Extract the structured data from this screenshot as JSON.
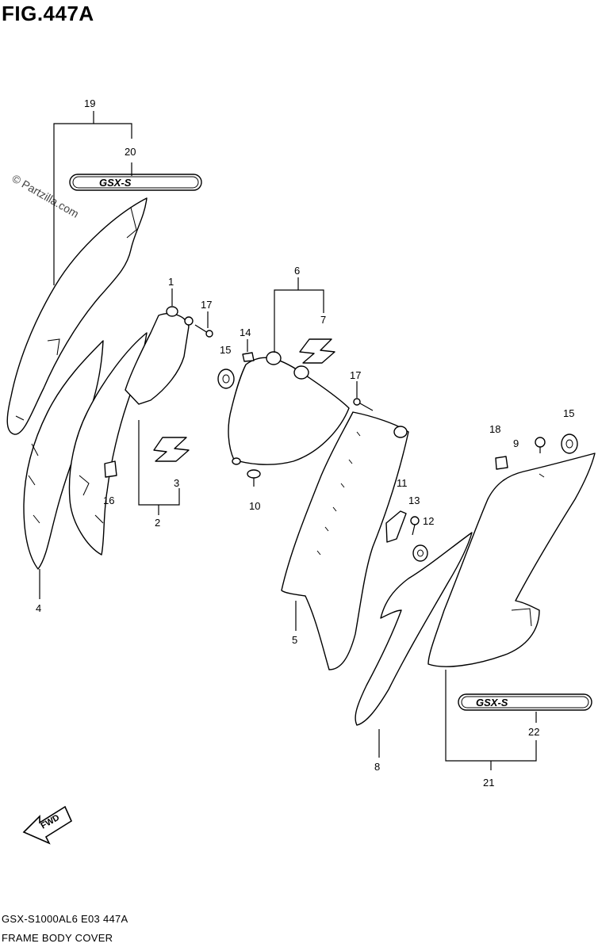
{
  "figure": {
    "title": "FIG.447A",
    "watermark": "© Partzilla.com",
    "code": "GSX-S1000AL6  E03  447A",
    "caption": "FRAME BODY COVER",
    "fwd_label": "FWD",
    "decal_text": "GSX-S"
  },
  "callouts": [
    {
      "id": "c19",
      "text": "19"
    },
    {
      "id": "c20",
      "text": "20"
    },
    {
      "id": "c1",
      "text": "1"
    },
    {
      "id": "c17a",
      "text": "17"
    },
    {
      "id": "c14",
      "text": "14"
    },
    {
      "id": "c15a",
      "text": "15"
    },
    {
      "id": "c6",
      "text": "6"
    },
    {
      "id": "c7",
      "text": "7"
    },
    {
      "id": "c17b",
      "text": "17"
    },
    {
      "id": "c18",
      "text": "18"
    },
    {
      "id": "c9",
      "text": "9"
    },
    {
      "id": "c15b",
      "text": "15"
    },
    {
      "id": "c16",
      "text": "16"
    },
    {
      "id": "c3",
      "text": "3"
    },
    {
      "id": "c2",
      "text": "2"
    },
    {
      "id": "c10",
      "text": "10"
    },
    {
      "id": "c11",
      "text": "11"
    },
    {
      "id": "c13",
      "text": "13"
    },
    {
      "id": "c12",
      "text": "12"
    },
    {
      "id": "c4",
      "text": "4"
    },
    {
      "id": "c5",
      "text": "5"
    },
    {
      "id": "c8",
      "text": "8"
    },
    {
      "id": "c22",
      "text": "22"
    },
    {
      "id": "c21",
      "text": "21"
    }
  ]
}
